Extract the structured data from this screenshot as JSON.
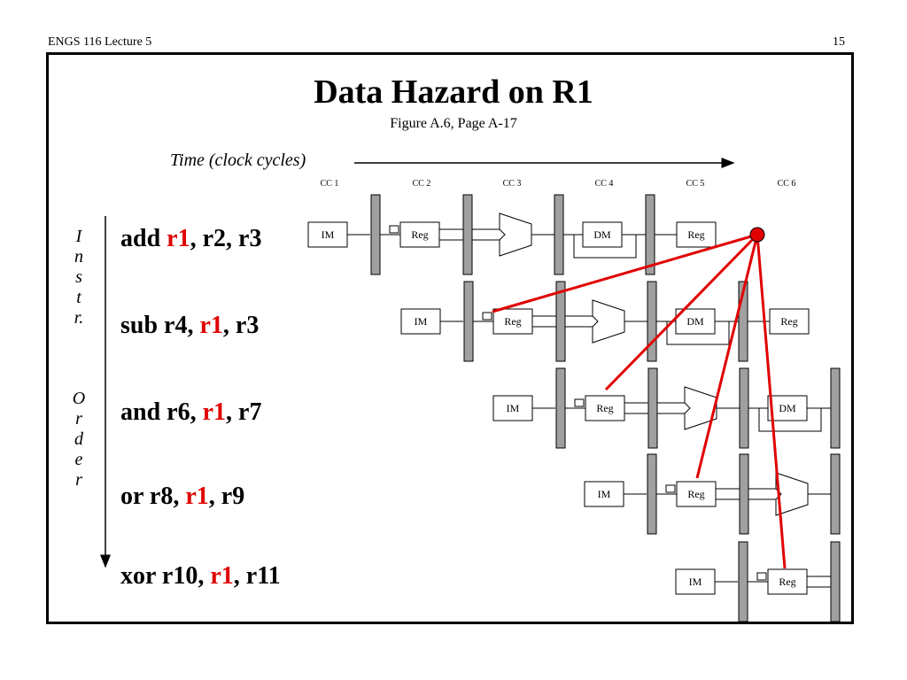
{
  "header": {
    "left": "ENGS 116  Lecture 5",
    "page_number": "15"
  },
  "title": "Data Hazard on R1",
  "subtitle": "Figure A.6, Page A-17",
  "time_label": "Time (clock cycles)",
  "clock_cycles": [
    "CC 1",
    "CC 2",
    "CC 3",
    "CC 4",
    "CC 5",
    "CC 6"
  ],
  "order_label": [
    "I",
    "n",
    "s",
    "t",
    "r.",
    "",
    "O",
    "r",
    "d",
    "e",
    "r"
  ],
  "instructions": [
    {
      "op": "add ",
      "r1": "r1",
      "pre": "",
      "post": ", r2, r3"
    },
    {
      "op": "sub r4, ",
      "r1": "r1",
      "pre": "",
      "post": ", r3"
    },
    {
      "op": "and r6, ",
      "r1": "r1",
      "pre": "",
      "post": ", r7"
    },
    {
      "op": "or r8, ",
      "r1": "r1",
      "pre": "",
      "post": ", r9"
    },
    {
      "op": "xor r10, ",
      "r1": "r1",
      "pre": "",
      "post": ", r11"
    }
  ],
  "stage_labels": {
    "im": "IM",
    "reg": "Reg",
    "dm": "DM"
  },
  "colors": {
    "hazard": "#e00000",
    "latch": "#a0a0a0"
  }
}
